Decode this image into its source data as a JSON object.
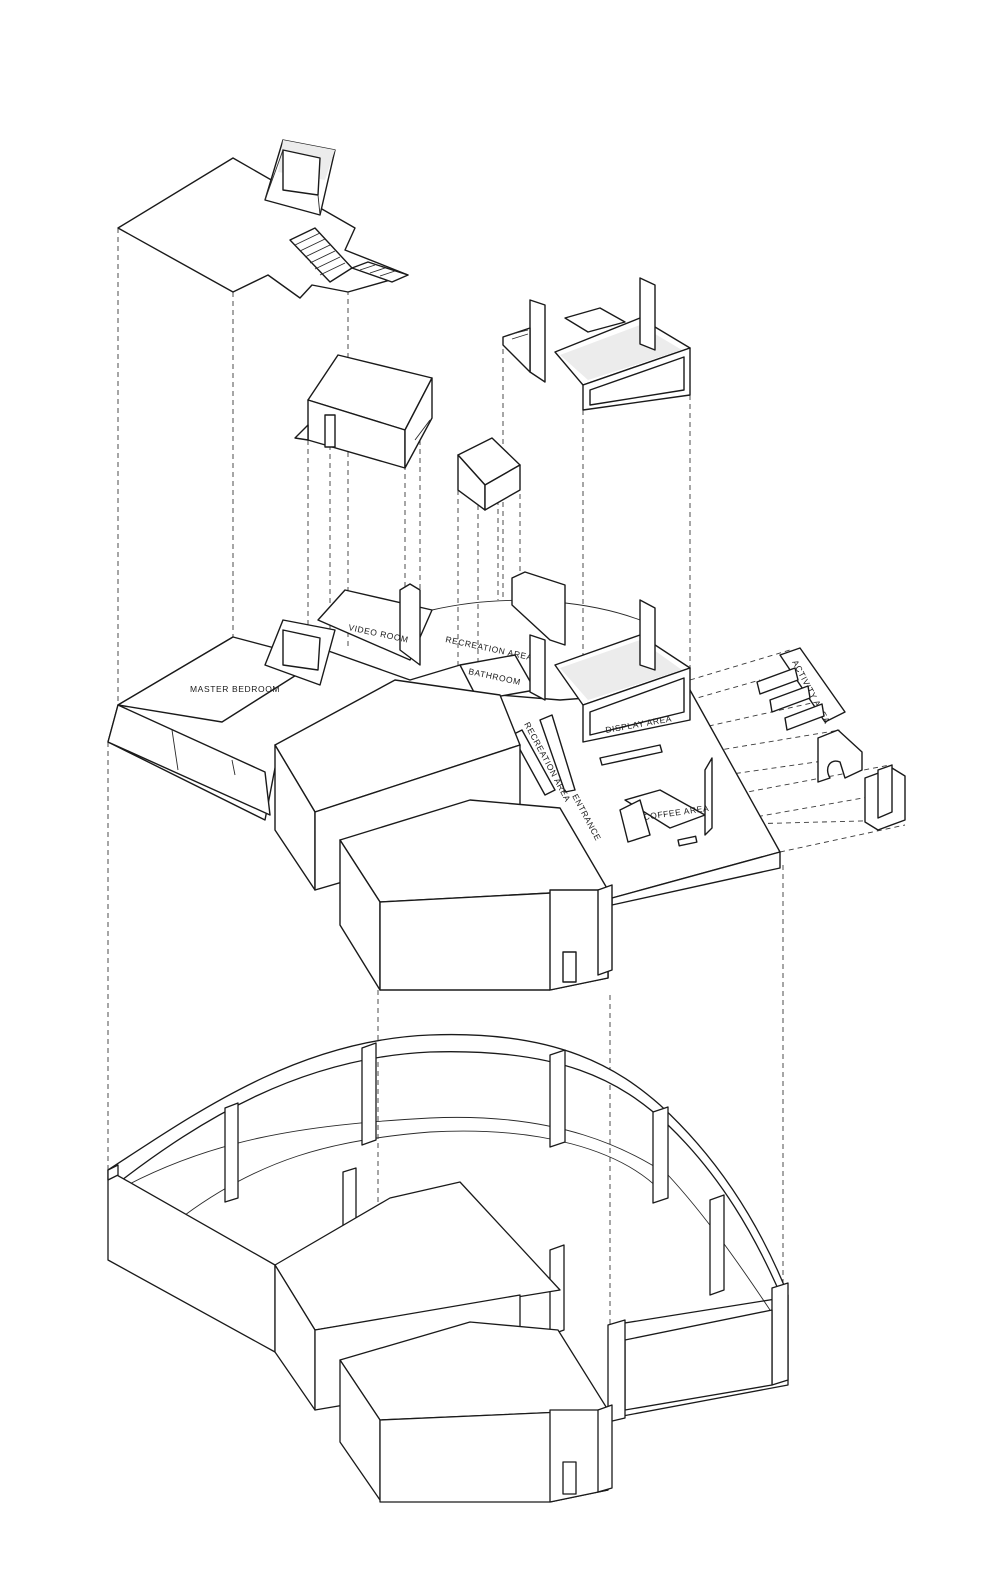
{
  "labels": {
    "master_bedroom": "MASTER BEDROOM",
    "video_room": "VIDEO ROOM",
    "recreation_area_top": "RECREATION AREA",
    "bathroom": "BATHROOM",
    "recreation_area_side": "RECREATION AREA",
    "entrance": "ENTRANCE",
    "display_area": "DISPLAY AREA",
    "coffee_area": "COFFEE AREA",
    "activity_area": "ACTIVITY AREA"
  },
  "colors": {
    "line": "#1a1a1a",
    "shade": "#ececec",
    "background": "#ffffff"
  }
}
